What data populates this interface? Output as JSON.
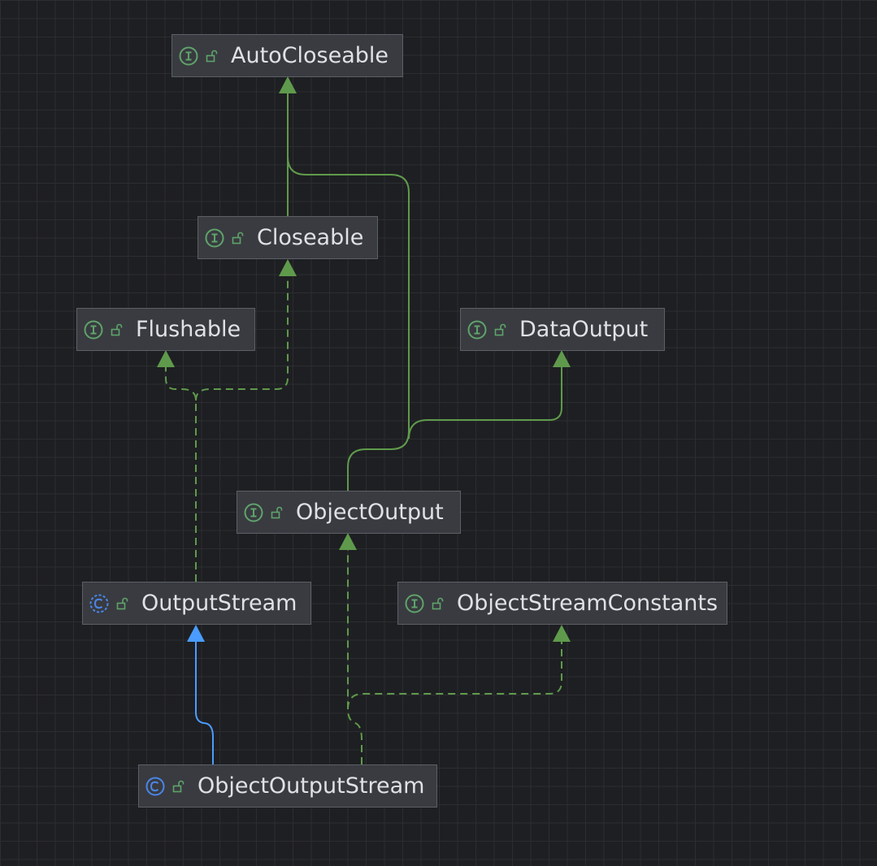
{
  "colors": {
    "background": "#1e1f22",
    "grid": "#2b2d30",
    "node_fill": "#393b40",
    "node_border": "#5c5f66",
    "text": "#dfe1e5",
    "interface_icon": "#5fa36b",
    "class_icon": "#4a86e8",
    "extends_interface_edge": "#5f9a4c",
    "implements_edge": "#5f9a4c",
    "extends_class_edge": "#4a9cff"
  },
  "nodes": {
    "autocloseable": {
      "label": "AutoCloseable",
      "kind": "interface",
      "kind_icon": "interface-icon",
      "visibility_icon": "public-lock-icon"
    },
    "closeable": {
      "label": "Closeable",
      "kind": "interface",
      "kind_icon": "interface-icon",
      "visibility_icon": "public-lock-icon"
    },
    "flushable": {
      "label": "Flushable",
      "kind": "interface",
      "kind_icon": "interface-icon",
      "visibility_icon": "public-lock-icon"
    },
    "dataoutput": {
      "label": "DataOutput",
      "kind": "interface",
      "kind_icon": "interface-icon",
      "visibility_icon": "public-lock-icon"
    },
    "objectoutput": {
      "label": "ObjectOutput",
      "kind": "interface",
      "kind_icon": "interface-icon",
      "visibility_icon": "public-lock-icon"
    },
    "outputstream": {
      "label": "OutputStream",
      "kind": "abstract-class",
      "kind_icon": "abstract-class-icon",
      "visibility_icon": "public-lock-icon"
    },
    "objectstreamconstants": {
      "label": "ObjectStreamConstants",
      "kind": "interface",
      "kind_icon": "interface-icon",
      "visibility_icon": "public-lock-icon"
    },
    "objectoutputstream": {
      "label": "ObjectOutputStream",
      "kind": "class",
      "kind_icon": "class-icon",
      "visibility_icon": "public-lock-icon"
    }
  },
  "edges": [
    {
      "from": "Closeable",
      "to": "AutoCloseable",
      "relation": "extends",
      "style": "solid"
    },
    {
      "from": "ObjectOutput",
      "to": "AutoCloseable",
      "relation": "extends",
      "style": "solid"
    },
    {
      "from": "ObjectOutput",
      "to": "DataOutput",
      "relation": "extends",
      "style": "solid"
    },
    {
      "from": "OutputStream",
      "to": "Flushable",
      "relation": "implements",
      "style": "dashed"
    },
    {
      "from": "OutputStream",
      "to": "Closeable",
      "relation": "implements",
      "style": "dashed"
    },
    {
      "from": "ObjectOutputStream",
      "to": "OutputStream",
      "relation": "extends",
      "style": "solid"
    },
    {
      "from": "ObjectOutputStream",
      "to": "ObjectOutput",
      "relation": "implements",
      "style": "dashed"
    },
    {
      "from": "ObjectOutputStream",
      "to": "ObjectStreamConstants",
      "relation": "implements",
      "style": "dashed"
    }
  ]
}
